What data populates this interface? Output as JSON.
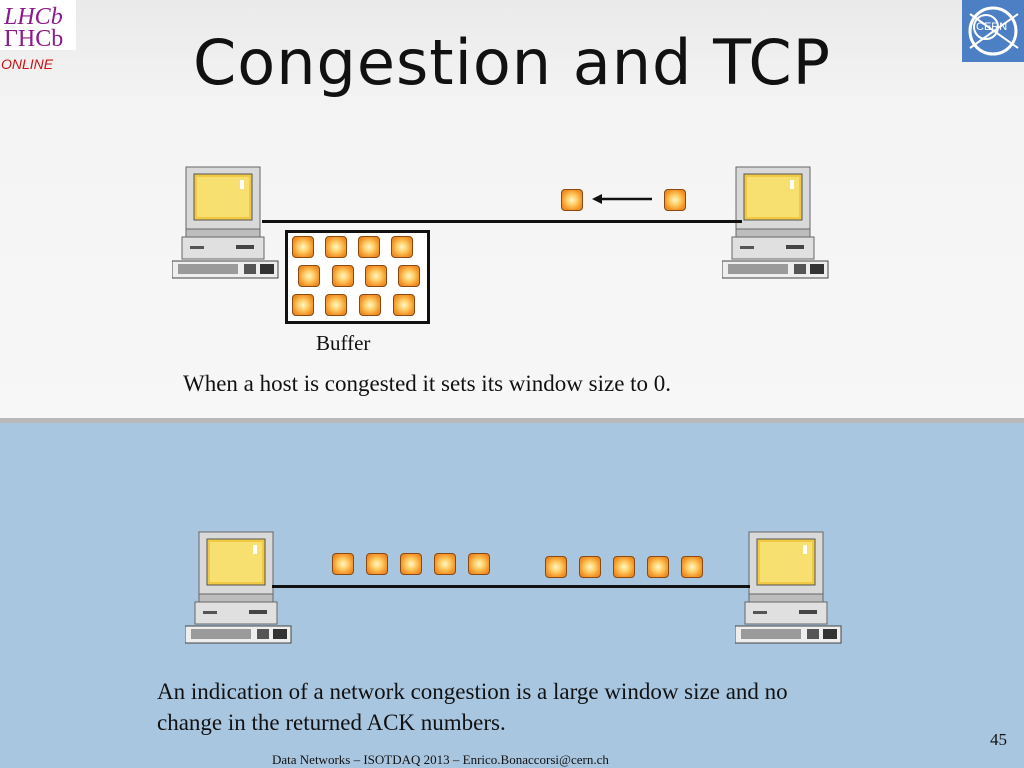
{
  "slide": {
    "title": "Congestion and TCP",
    "buffer_label": "Buffer",
    "text_top": "When a host is congested it sets its window size to 0.",
    "text_bottom_line1": "An indication of a network congestion is a large window size and no",
    "text_bottom_line2": "change in the returned ACK numbers.",
    "page_number": "45",
    "footer": "Data Networks – ISOTDAQ 2013 – Enrico.Bonaccorsi@cern.ch"
  },
  "logos": {
    "lhcb_line1": "LHCb",
    "lhcb_line2": "ΓHCb",
    "lhcb_online": "ONLINE",
    "cern": "CERN"
  },
  "colors": {
    "top_background": "#f4f4f4",
    "bottom_background": "#a9c6e1",
    "packet_orange": "#f4972a",
    "logo_purple": "#8b1a8b"
  },
  "diagram": {
    "top_buffer_packets": 12,
    "top_link_packets": 2,
    "bottom_link_packets": 10
  }
}
